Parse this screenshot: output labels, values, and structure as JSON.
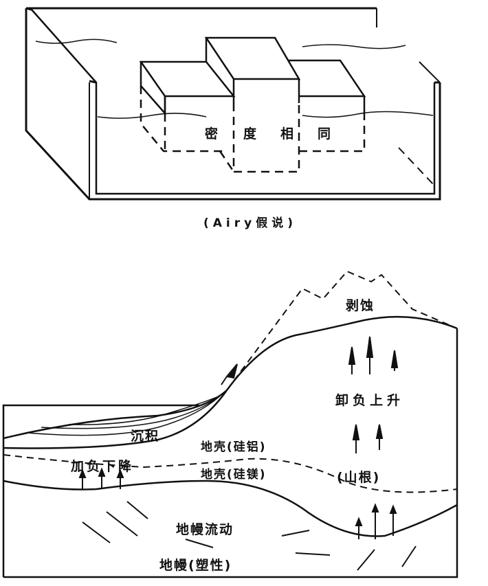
{
  "top_diagram": {
    "inner_label": [
      "密",
      "度",
      "相",
      "同"
    ],
    "caption": "(Airy假说)"
  },
  "bottom_diagram": {
    "erosion": "剥蚀",
    "unload_uplift": "卸负上升",
    "sediment": "沉积",
    "crust_sial": "地壳(硅铝)",
    "load_subside": "加负下降",
    "crust_sima": "地壳(硅镁)",
    "mountain_root": "(山根)",
    "mantle_flow": "地幔流动",
    "mantle_plastic": "地幔(塑性)"
  },
  "colors": {
    "ink": "#111111",
    "paper": "#ffffff"
  }
}
